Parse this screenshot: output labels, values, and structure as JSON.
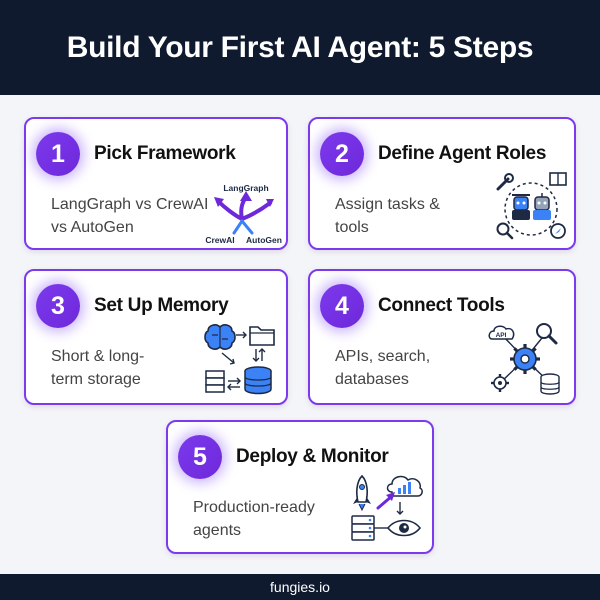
{
  "header": {
    "title": "Build Your First AI Agent: 5 Steps"
  },
  "steps": [
    {
      "number": "1",
      "title": "Pick Framework",
      "description": "LangGraph vs CrewAI vs AutoGen",
      "labels": [
        "LangGraph",
        "CrewAI",
        "AutoGen"
      ]
    },
    {
      "number": "2",
      "title": "Define Agent Roles",
      "description": "Assign tasks & tools"
    },
    {
      "number": "3",
      "title": "Set Up Memory",
      "description": "Short & long-term storage"
    },
    {
      "number": "4",
      "title": "Connect Tools",
      "description": "APIs, search, databases",
      "labels": [
        "API"
      ]
    },
    {
      "number": "5",
      "title": "Deploy & Monitor",
      "description": "Production-ready agents"
    }
  ],
  "footer": {
    "text": "fungies.io"
  },
  "colors": {
    "header_bg": "#0f1a2e",
    "accent": "#7c3aed",
    "icon_navy": "#1e2a44",
    "icon_blue": "#3b82f6"
  },
  "icons": [
    "arrows-icon",
    "wrench-icon",
    "book-icon",
    "robot-icon",
    "magnifier-icon",
    "compass-icon",
    "brain-icon",
    "folder-icon",
    "server-icon",
    "database-icon",
    "gear-icon",
    "rocket-icon",
    "cloud-chart-icon",
    "eye-icon"
  ]
}
